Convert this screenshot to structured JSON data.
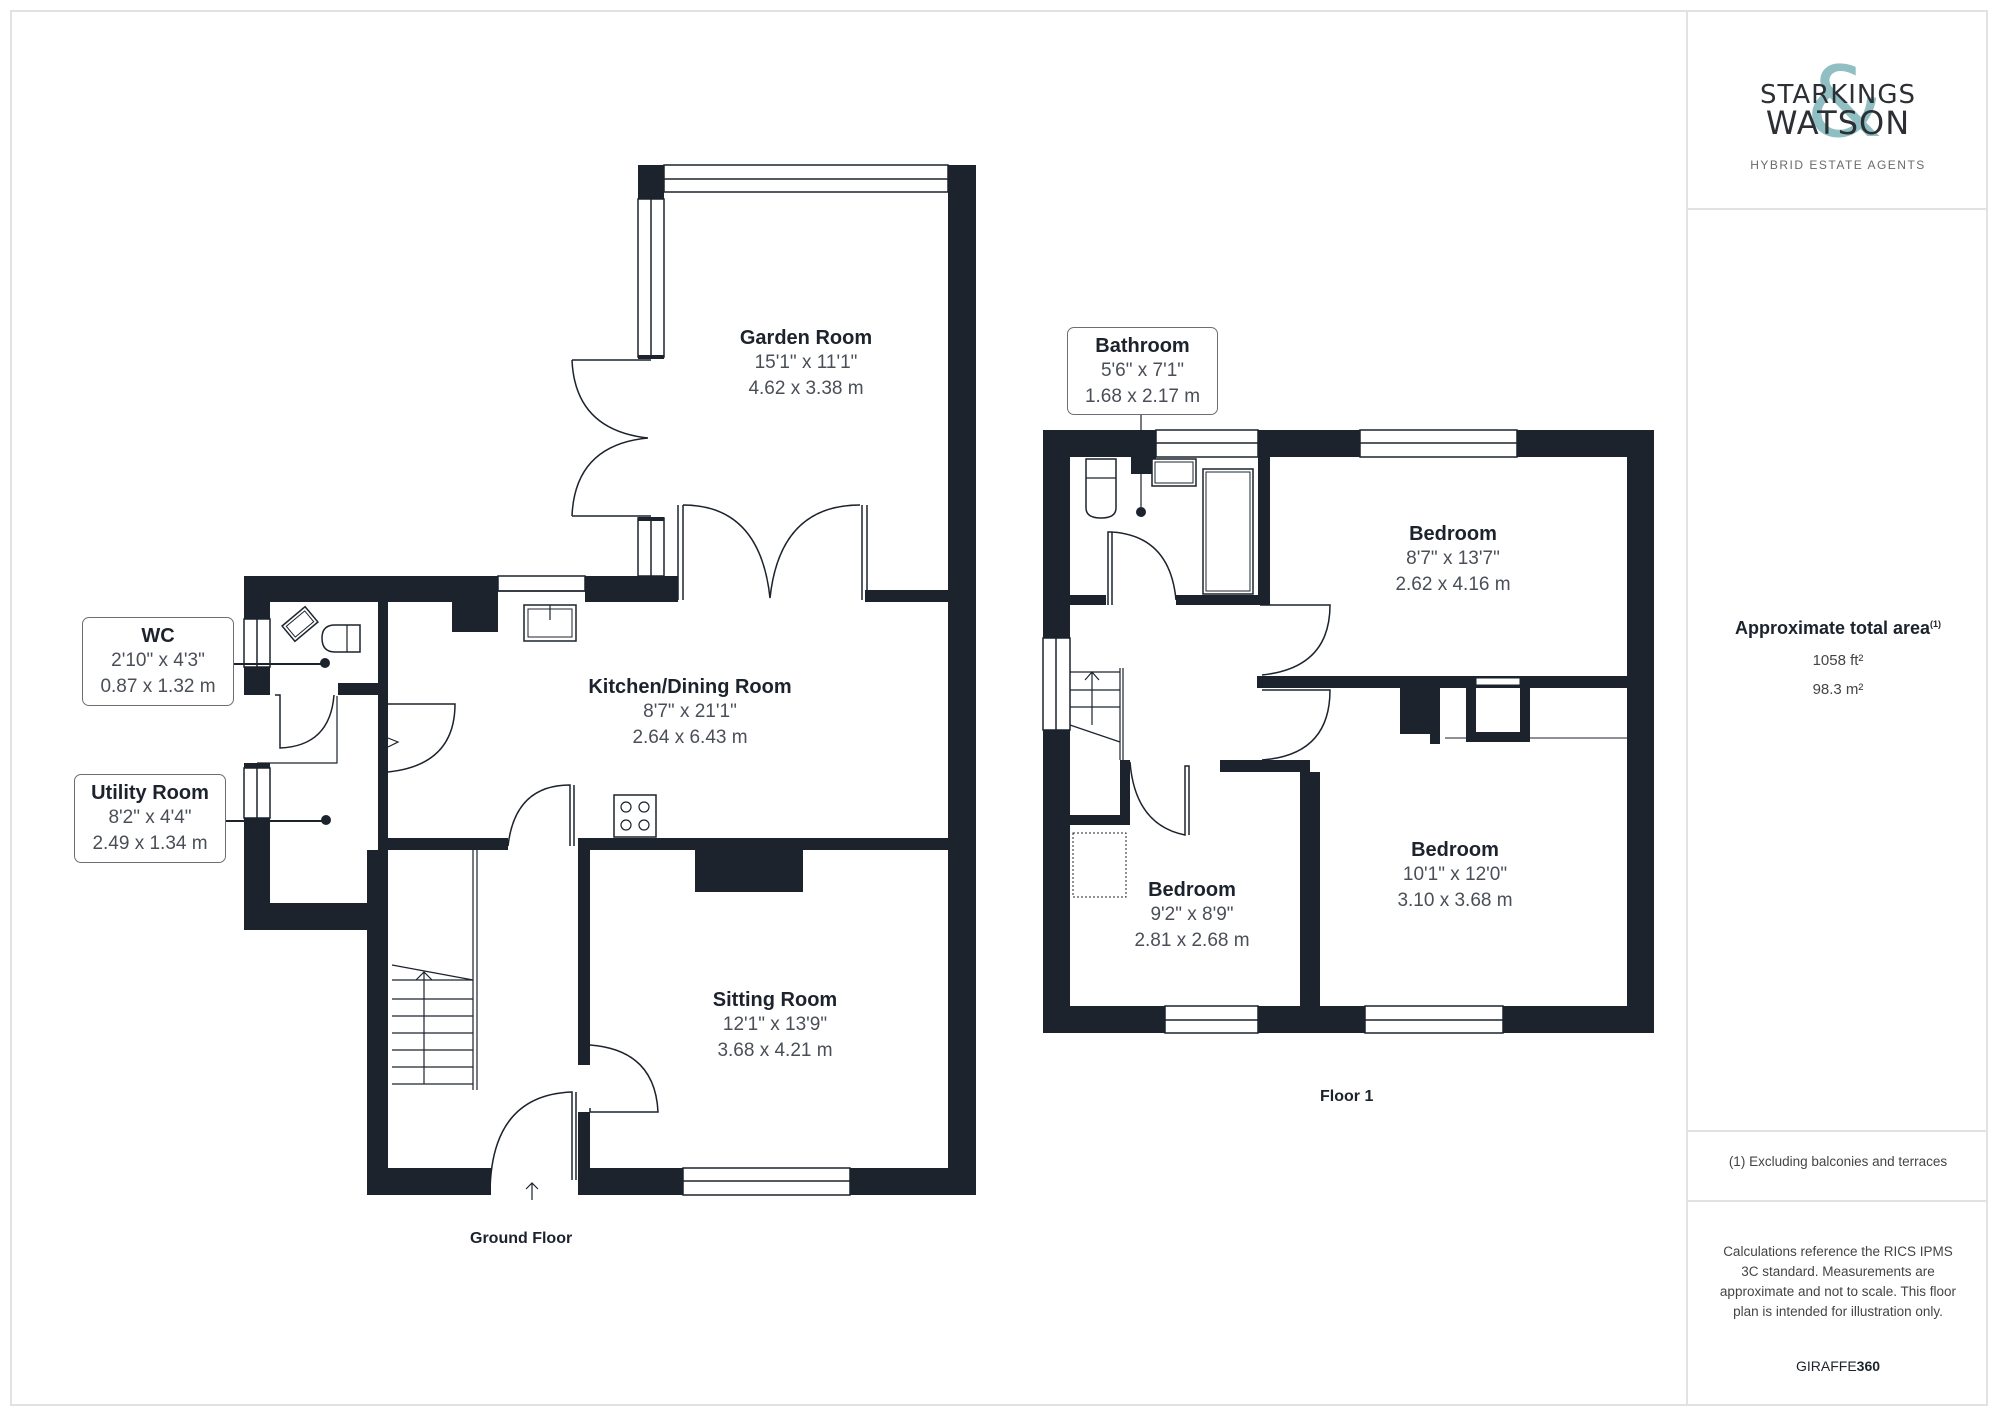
{
  "brand": {
    "logo_line1": "STARKINGS",
    "logo_line2": "WATSON",
    "logo_ampersand": "&",
    "tagline": "HYBRID ESTATE AGENTS",
    "accent_color": "#8fbfc3"
  },
  "summary": {
    "area_title": "Approximate total area",
    "area_footnote_ref": "(1)",
    "area_sqft": "1058 ft²",
    "area_sqm": "98.3 m²",
    "footnote": "(1) Excluding balconies and terraces",
    "disclaimer": "Calculations reference the RICS IPMS 3C standard. Measurements are approximate and not to scale. This floor plan is intended for illustration only.",
    "provider_prefix": "GIRAFFE",
    "provider_suffix": "360"
  },
  "floors": [
    {
      "label": "Ground Floor",
      "rooms": [
        {
          "name": "Garden Room",
          "imperial": "15'1\" x 11'1\"",
          "metric": "4.62 x 3.38 m"
        },
        {
          "name": "Kitchen/Dining Room",
          "imperial": "8'7\" x 21'1\"",
          "metric": "2.64 x 6.43 m"
        },
        {
          "name": "Sitting Room",
          "imperial": "12'1\" x 13'9\"",
          "metric": "3.68 x 4.21 m"
        },
        {
          "name": "WC",
          "imperial": "2'10\" x 4'3\"",
          "metric": "0.87 x 1.32 m"
        },
        {
          "name": "Utility Room",
          "imperial": "8'2\" x 4'4\"",
          "metric": "2.49 x 1.34 m"
        }
      ]
    },
    {
      "label": "Floor 1",
      "rooms": [
        {
          "name": "Bathroom",
          "imperial": "5'6\" x 7'1\"",
          "metric": "1.68 x 2.17 m"
        },
        {
          "name": "Bedroom",
          "imperial": "8'7\" x 13'7\"",
          "metric": "2.62 x 4.16 m"
        },
        {
          "name": "Bedroom",
          "imperial": "10'1\" x 12'0\"",
          "metric": "3.10 x 3.68 m"
        },
        {
          "name": "Bedroom",
          "imperial": "9'2\" x 8'9\"",
          "metric": "2.81 x 2.68 m"
        }
      ]
    }
  ],
  "colors": {
    "wall": "#1c232d",
    "line": "#1c232d",
    "text_dim": "#4a4f57"
  }
}
